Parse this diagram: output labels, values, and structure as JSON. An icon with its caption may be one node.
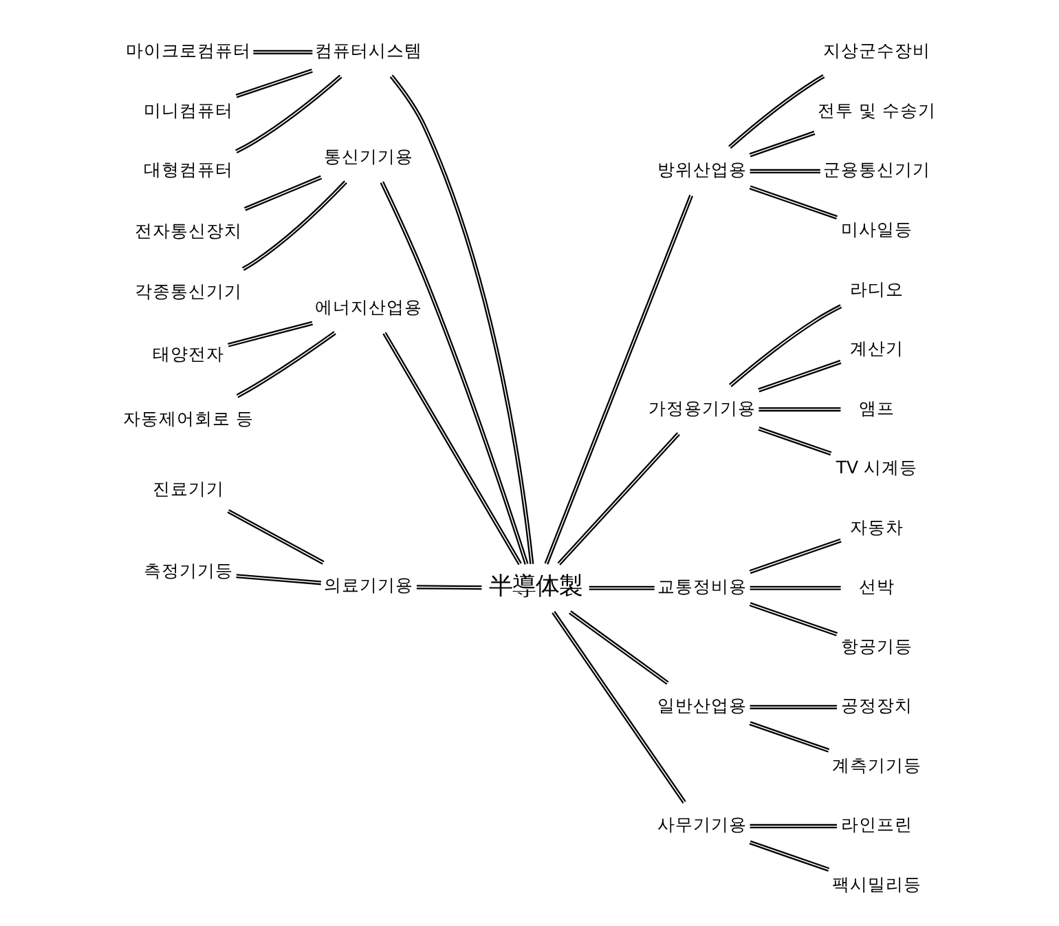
{
  "diagram": {
    "nodes": [
      {
        "text": [
          "半導体製"
        ]
      },
      {
        "text": [
          "컴퓨터시스템"
        ]
      },
      {
        "text": [
          "마이크로컴퓨터"
        ]
      },
      {
        "text": [
          "미니컴퓨터"
        ]
      },
      {
        "text": [
          "대형컴퓨터"
        ]
      },
      {
        "text": [
          "통신기기용"
        ]
      },
      {
        "text": [
          "전자통신장치"
        ]
      },
      {
        "text": [
          "각종통신기기"
        ]
      },
      {
        "text": [
          "에너지산업용"
        ]
      },
      {
        "text": [
          "태양전자"
        ]
      },
      {
        "text": [
          "자동제어회로 등"
        ]
      },
      {
        "text": [
          "의료기기용"
        ]
      },
      {
        "text": [
          "진료기기"
        ]
      },
      {
        "text": [
          "측정기기등"
        ]
      },
      {
        "text": [
          "방위산업용"
        ]
      },
      {
        "text": [
          "지상군수장비"
        ]
      },
      {
        "text": [
          "전투 및 수송기"
        ]
      },
      {
        "text": [
          "군용통신기기"
        ]
      },
      {
        "text": [
          "미사일등"
        ]
      },
      {
        "text": [
          "가정용기기용"
        ]
      },
      {
        "text": [
          "라디오"
        ]
      },
      {
        "text": [
          "계산기"
        ]
      },
      {
        "text": [
          "앰프"
        ]
      },
      {
        "text": [
          "TV 시계등"
        ]
      },
      {
        "text": [
          "교통정비용"
        ]
      },
      {
        "text": [
          "자동차"
        ]
      },
      {
        "text": [
          "선박"
        ]
      },
      {
        "text": [
          "항공기등"
        ]
      },
      {
        "text": [
          "일반산업용"
        ]
      },
      {
        "text": [
          "공정장치"
        ]
      },
      {
        "text": [
          "계측기기등"
        ]
      },
      {
        "text": [
          "사무기기용"
        ]
      },
      {
        "text": [
          "라인프린"
        ]
      },
      {
        "text": [
          "팩시밀리등"
        ]
      }
    ],
    "edges": [
      {
        "from": 0,
        "to": 1,
        "arrow": "none"
      },
      {
        "from": 1,
        "to": 2,
        "arrow": "none"
      },
      {
        "from": 1,
        "to": 3,
        "arrow": "none"
      },
      {
        "from": 1,
        "to": 4,
        "arrow": "none"
      },
      {
        "from": 0,
        "to": 5,
        "arrow": "none"
      },
      {
        "from": 5,
        "to": 6,
        "arrow": "none"
      },
      {
        "from": 5,
        "to": 7,
        "arrow": "none"
      },
      {
        "from": 0,
        "to": 8,
        "arrow": "none"
      },
      {
        "from": 8,
        "to": 9,
        "arrow": "none"
      },
      {
        "from": 8,
        "to": 10,
        "arrow": "none"
      },
      {
        "from": 0,
        "to": 11,
        "arrow": "none"
      },
      {
        "from": 11,
        "to": 12,
        "arrow": "none"
      },
      {
        "from": 11,
        "to": 13,
        "arrow": "none"
      },
      {
        "from": 0,
        "to": 14,
        "arrow": "none"
      },
      {
        "from": 14,
        "to": 15,
        "arrow": "none"
      },
      {
        "from": 14,
        "to": 16,
        "arrow": "none"
      },
      {
        "from": 14,
        "to": 17,
        "arrow": "none"
      },
      {
        "from": 14,
        "to": 18,
        "arrow": "none"
      },
      {
        "from": 0,
        "to": 19,
        "arrow": "none"
      },
      {
        "from": 19,
        "to": 20,
        "arrow": "none"
      },
      {
        "from": 19,
        "to": 21,
        "arrow": "none"
      },
      {
        "from": 19,
        "to": 22,
        "arrow": "none"
      },
      {
        "from": 19,
        "to": 23,
        "arrow": "none"
      },
      {
        "from": 0,
        "to": 24,
        "arrow": "none"
      },
      {
        "from": 24,
        "to": 25,
        "arrow": "none"
      },
      {
        "from": 24,
        "to": 26,
        "arrow": "none"
      },
      {
        "from": 24,
        "to": 27,
        "arrow": "none"
      },
      {
        "from": 0,
        "to": 28,
        "arrow": "none"
      },
      {
        "from": 28,
        "to": 29,
        "arrow": "none"
      },
      {
        "from": 28,
        "to": 30,
        "arrow": "none"
      },
      {
        "from": 0,
        "to": 31,
        "arrow": "none"
      },
      {
        "from": 31,
        "to": 32,
        "arrow": "none"
      },
      {
        "from": 31,
        "to": 33,
        "arrow": "none"
      }
    ]
  }
}
